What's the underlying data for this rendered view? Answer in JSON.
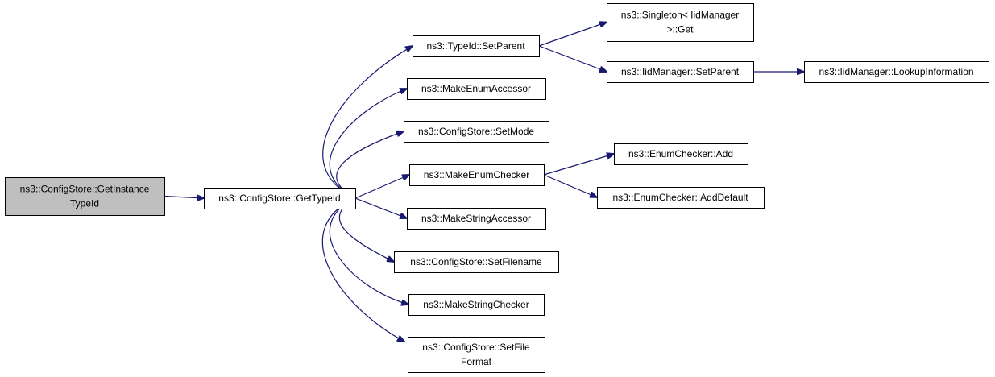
{
  "colors": {
    "edge": "#191970",
    "node_fill": "#ffffff",
    "root_fill": "#bfbfbf",
    "node_border": "#000000"
  },
  "nodes": [
    {
      "id": "root",
      "lines": [
        "ns3::ConfigStore::GetInstance",
        "TypeId"
      ],
      "highlight": true
    },
    {
      "id": "getTypeId",
      "lines": [
        "ns3::ConfigStore::GetTypeId"
      ]
    },
    {
      "id": "typeIdSetParent",
      "lines": [
        "ns3::TypeId::SetParent"
      ]
    },
    {
      "id": "makeEnumAccessor",
      "lines": [
        "ns3::MakeEnumAccessor"
      ]
    },
    {
      "id": "setMode",
      "lines": [
        "ns3::ConfigStore::SetMode"
      ]
    },
    {
      "id": "makeEnumChecker",
      "lines": [
        "ns3::MakeEnumChecker"
      ]
    },
    {
      "id": "makeStringAccessor",
      "lines": [
        "ns3::MakeStringAccessor"
      ]
    },
    {
      "id": "setFilename",
      "lines": [
        "ns3::ConfigStore::SetFilename"
      ]
    },
    {
      "id": "makeStringChecker",
      "lines": [
        "ns3::MakeStringChecker"
      ]
    },
    {
      "id": "setFileFormat",
      "lines": [
        "ns3::ConfigStore::SetFile",
        "Format"
      ]
    },
    {
      "id": "singletonGet",
      "lines": [
        "ns3::Singleton< IidManager",
        " >::Get"
      ]
    },
    {
      "id": "iidSetParent",
      "lines": [
        "ns3::IidManager::SetParent"
      ]
    },
    {
      "id": "lookupInformation",
      "lines": [
        "ns3::IidManager::LookupInformation"
      ]
    },
    {
      "id": "enumAdd",
      "lines": [
        "ns3::EnumChecker::Add"
      ]
    },
    {
      "id": "enumAddDefault",
      "lines": [
        "ns3::EnumChecker::AddDefault"
      ]
    }
  ],
  "edges": [
    {
      "from": "root",
      "to": "getTypeId"
    },
    {
      "from": "getTypeId",
      "to": "typeIdSetParent"
    },
    {
      "from": "getTypeId",
      "to": "makeEnumAccessor"
    },
    {
      "from": "getTypeId",
      "to": "setMode"
    },
    {
      "from": "getTypeId",
      "to": "makeEnumChecker"
    },
    {
      "from": "getTypeId",
      "to": "makeStringAccessor"
    },
    {
      "from": "getTypeId",
      "to": "setFilename"
    },
    {
      "from": "getTypeId",
      "to": "makeStringChecker"
    },
    {
      "from": "getTypeId",
      "to": "setFileFormat"
    },
    {
      "from": "typeIdSetParent",
      "to": "singletonGet"
    },
    {
      "from": "typeIdSetParent",
      "to": "iidSetParent"
    },
    {
      "from": "iidSetParent",
      "to": "lookupInformation"
    },
    {
      "from": "makeEnumChecker",
      "to": "enumAdd"
    },
    {
      "from": "makeEnumChecker",
      "to": "enumAddDefault"
    }
  ]
}
